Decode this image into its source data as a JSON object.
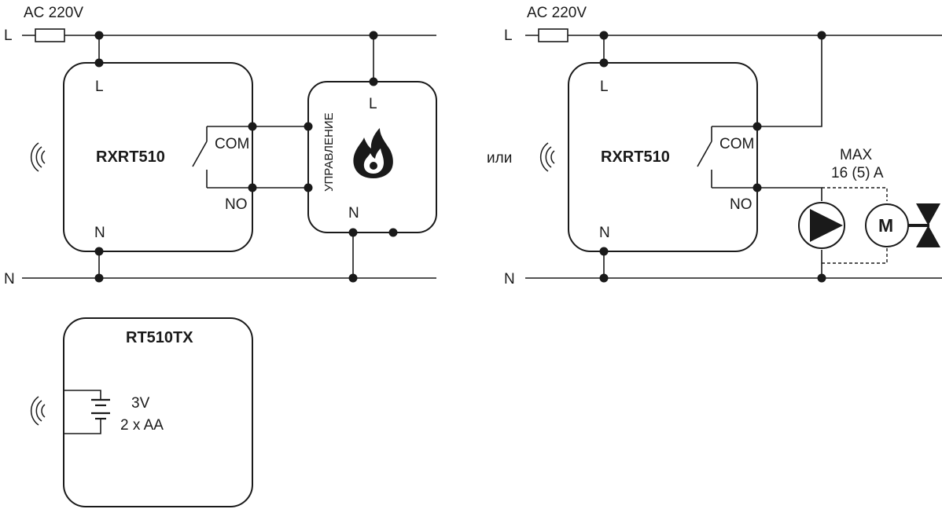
{
  "supply": {
    "voltage": "AC 220V",
    "line": "L",
    "neutral": "N"
  },
  "receiver": {
    "name": "RXRT510",
    "terminal_l": "L",
    "terminal_n": "N",
    "com": "COM",
    "no": "NO"
  },
  "boiler": {
    "control": "УПРАВЛЕНИЕ",
    "terminal_l": "L",
    "terminal_n": "N",
    "icon": "flame-icon"
  },
  "separator": "или",
  "load": {
    "max_line1": "MAX",
    "max_line2": "16 (5) A",
    "motor": "M",
    "icons": [
      "pump-icon",
      "motor-icon",
      "valve-icon"
    ]
  },
  "transmitter": {
    "name": "RT510TX",
    "battery_voltage": "3V",
    "battery_type": "2 x AA",
    "icon": "battery-icon"
  },
  "wireless_icon": "wireless-signal-icon"
}
